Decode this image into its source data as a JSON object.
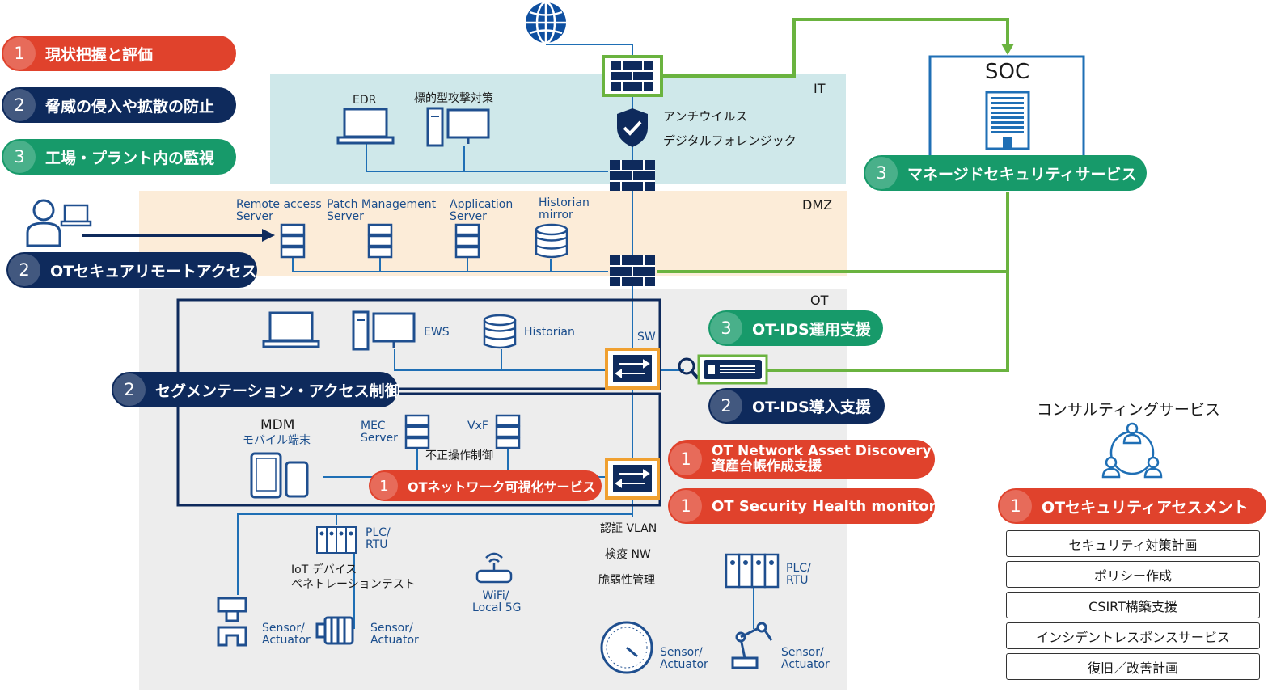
{
  "legend": [
    {
      "num": "1",
      "label": "現状把握と評価",
      "color": "#e0422c"
    },
    {
      "num": "2",
      "label": "脅威の侵入や拡散の防止",
      "color": "#0e2a5c"
    },
    {
      "num": "3",
      "label": "工場・プラント内の監視",
      "color": "#179a6a"
    }
  ],
  "zones": {
    "it": "IT",
    "dmz": "DMZ",
    "ot": "OT"
  },
  "it": {
    "edr": "EDR",
    "targeted": "標的型攻撃対策",
    "av_line1": "アンチウイルス",
    "av_line2": "デジタルフォレンジック"
  },
  "soc": {
    "title": "SOC",
    "service_num": "3",
    "service": "マネージドセキュリティサービス"
  },
  "dmz": {
    "remote_line1": "Remote access",
    "remote_line2": "Server",
    "patch_line1": "Patch Management",
    "patch_line2": "Server",
    "app_line1": "Application",
    "app_line2": "Server",
    "hist_line1": "Historian",
    "hist_line2": "mirror"
  },
  "remote_access": {
    "num": "2",
    "label": "OTセキュアリモートアクセス"
  },
  "ot": {
    "ews": "EWS",
    "historian": "Historian",
    "sw": "SW",
    "ids_ops": {
      "num": "3",
      "label": "OT-IDS運用支援"
    },
    "ids_intro": {
      "num": "2",
      "label": "OT-IDS導入支援"
    },
    "segmentation": {
      "num": "2",
      "label": "セグメンテーション・アクセス制御"
    },
    "mdm": "MDM",
    "mobile": "モバイル端末",
    "mec_line1": "MEC",
    "mec_line2": "Server",
    "vxf": "VxF",
    "unauthorized": "不正操作制御",
    "visibility": {
      "num": "1",
      "label": "OTネットワーク可視化サービス"
    },
    "asset": {
      "num": "1",
      "label_line1": "OT Network Asset Discovery",
      "label_line2": "資産台帳作成支援"
    },
    "health": {
      "num": "1",
      "label": "OT Security Health monitor"
    },
    "auth_vlan": "認証 VLAN",
    "quarantine": "検疫 NW",
    "vuln": "脆弱性管理",
    "plc1_line1": "PLC/",
    "plc1_line2": "RTU",
    "iot_line1": "IoT デバイス",
    "iot_line2": "ペネトレーションテスト",
    "wifi_line1": "WiFi/",
    "wifi_line2": "Local 5G",
    "plc2_line1": "PLC/",
    "plc2_line2": "RTU",
    "sensor_line1": "Sensor/",
    "sensor_line2": "Actuator"
  },
  "consulting": {
    "title": "コンサルティングサービス",
    "assessment": {
      "num": "1",
      "label": "OTセキュリティアセスメント"
    },
    "items": [
      "セキュリティ対策計画",
      "ポリシー作成",
      "CSIRT構築支援",
      "インシデントレスポンスサービス",
      "復旧／改善計画"
    ]
  },
  "colors": {
    "red": "#e0422c",
    "navy": "#0e2a5c",
    "green": "#179a6a",
    "blue": "#1f6fb5",
    "lime": "#6ab33f",
    "orange": "#f0a030"
  }
}
